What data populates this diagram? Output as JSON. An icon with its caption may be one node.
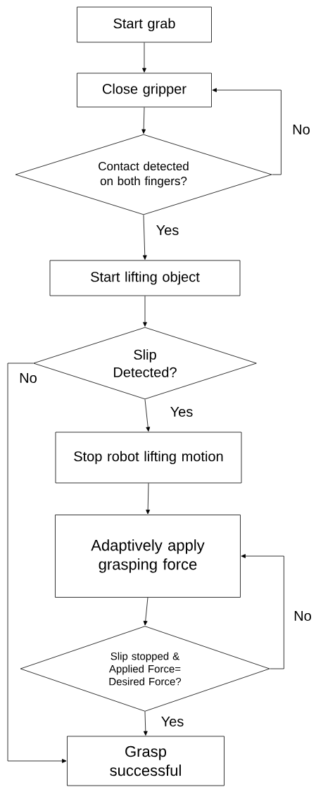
{
  "diagram": {
    "nodes": [
      {
        "text": [
          "Start grab"
        ]
      },
      {
        "text": [
          "Close gripper"
        ]
      },
      {
        "text": [
          "Contact detected on both fingers?"
        ]
      },
      {
        "text": [
          "Start lifting object"
        ]
      },
      {
        "text": [
          "Slip Detected?"
        ]
      },
      {
        "text": [
          "Stop robot lifting motion"
        ]
      },
      {
        "text": [
          "Adaptively apply grasping force"
        ]
      },
      {
        "text": [
          "Slip stopped & Applied Force= Desired Force?"
        ]
      },
      {
        "text": [
          "Grasp successful"
        ]
      }
    ],
    "edges": [
      {
        "from": 0,
        "to": 1,
        "arrow": "to"
      },
      {
        "from": 1,
        "to": 2,
        "arrow": "to"
      },
      {
        "from": 2,
        "to": 1,
        "arrow": "to",
        "label": "No"
      },
      {
        "from": 2,
        "to": 3,
        "arrow": "to",
        "label": "Yes"
      },
      {
        "from": 3,
        "to": 4,
        "arrow": "to"
      },
      {
        "from": 4,
        "to": 5,
        "arrow": "to",
        "label": "Yes"
      },
      {
        "from": 4,
        "to": 8,
        "arrow": "to",
        "label": "No"
      },
      {
        "from": 5,
        "to": 6,
        "arrow": "to"
      },
      {
        "from": 6,
        "to": 7,
        "arrow": "to"
      },
      {
        "from": 7,
        "to": 6,
        "arrow": "to",
        "label": "No"
      },
      {
        "from": 7,
        "to": 8,
        "arrow": "to",
        "label": "Yes"
      }
    ]
  }
}
